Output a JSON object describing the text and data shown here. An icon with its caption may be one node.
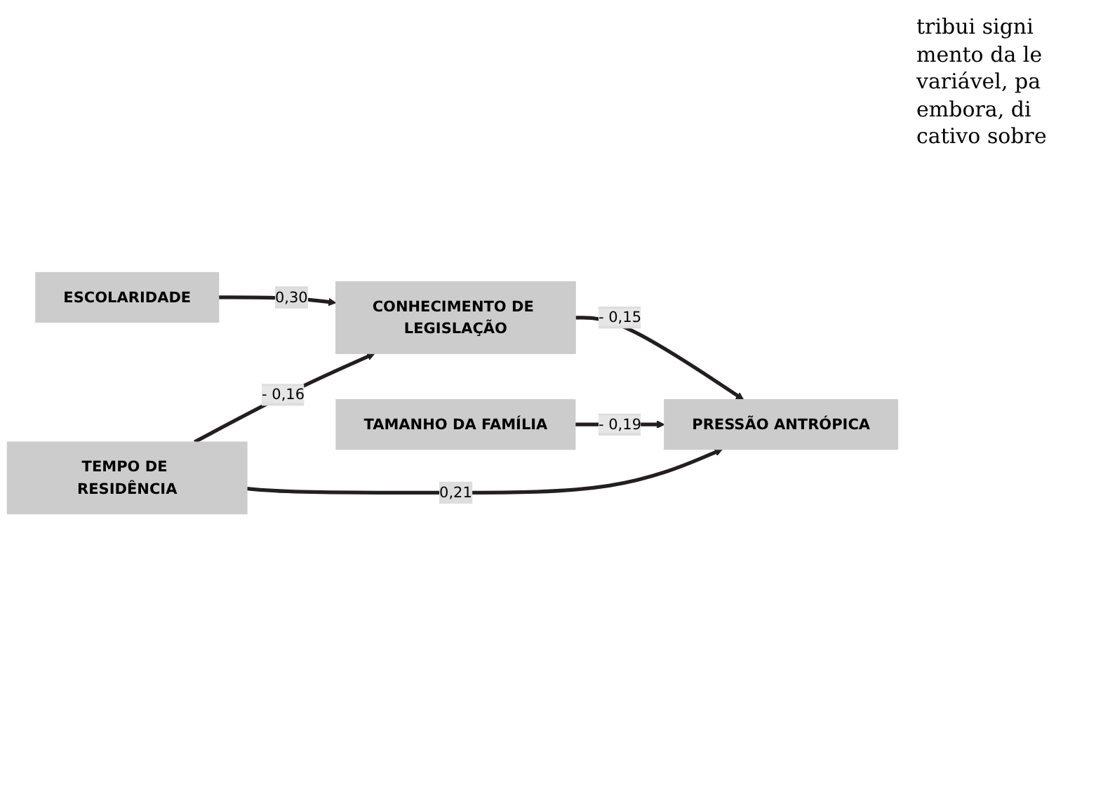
{
  "diagram": {
    "nodes": [
      {
        "text": [
          "ESCOLARIDADE"
        ]
      },
      {
        "text": [
          "CONHECIMENTO DE LEGISLAÇÃO"
        ]
      },
      {
        "text": [
          "PRESSÃO ANTRÓPICA"
        ]
      },
      {
        "text": [
          "TAMANHO DA FAMÍLIA"
        ]
      },
      {
        "text": [
          "TEMPO DE RESIDÊNCIA"
        ]
      }
    ],
    "edges": [
      {
        "from": 0,
        "to": 1,
        "arrow": "to",
        "label": "0,30"
      },
      {
        "from": 1,
        "to": 2,
        "arrow": "to",
        "label": "- 0,15"
      },
      {
        "from": 4,
        "to": 1,
        "arrow": "to",
        "label": "- 0,16"
      },
      {
        "from": 3,
        "to": 2,
        "arrow": "to",
        "label": "- 0,19"
      },
      {
        "from": 4,
        "to": 2,
        "arrow": "to",
        "label": "0,21"
      }
    ],
    "labels": [
      "tribui signi mento da le variável, pa embora, di cativo sobre"
    ]
  }
}
